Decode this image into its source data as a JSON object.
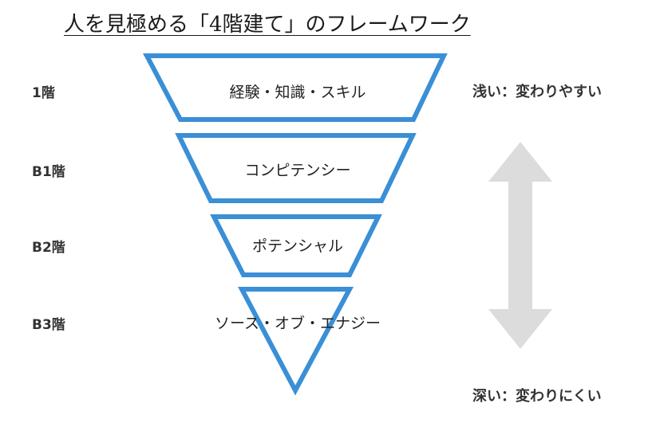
{
  "title": "人を見極める「4階建て」のフレームワーク",
  "layers": [
    {
      "floor": "1階",
      "label": "経験・知識・スキル"
    },
    {
      "floor": "B1階",
      "label": "コンピテンシー"
    },
    {
      "floor": "B2階",
      "label": "ポテンシャル"
    },
    {
      "floor": "B3階",
      "label": "ソース・オブ・エナジー"
    }
  ],
  "side": {
    "top": "浅い：変わりやすい",
    "bottom": "深い：変わりにくい"
  },
  "colors": {
    "outline": "#3a8fd6",
    "arrow": "#dcdcdc"
  }
}
